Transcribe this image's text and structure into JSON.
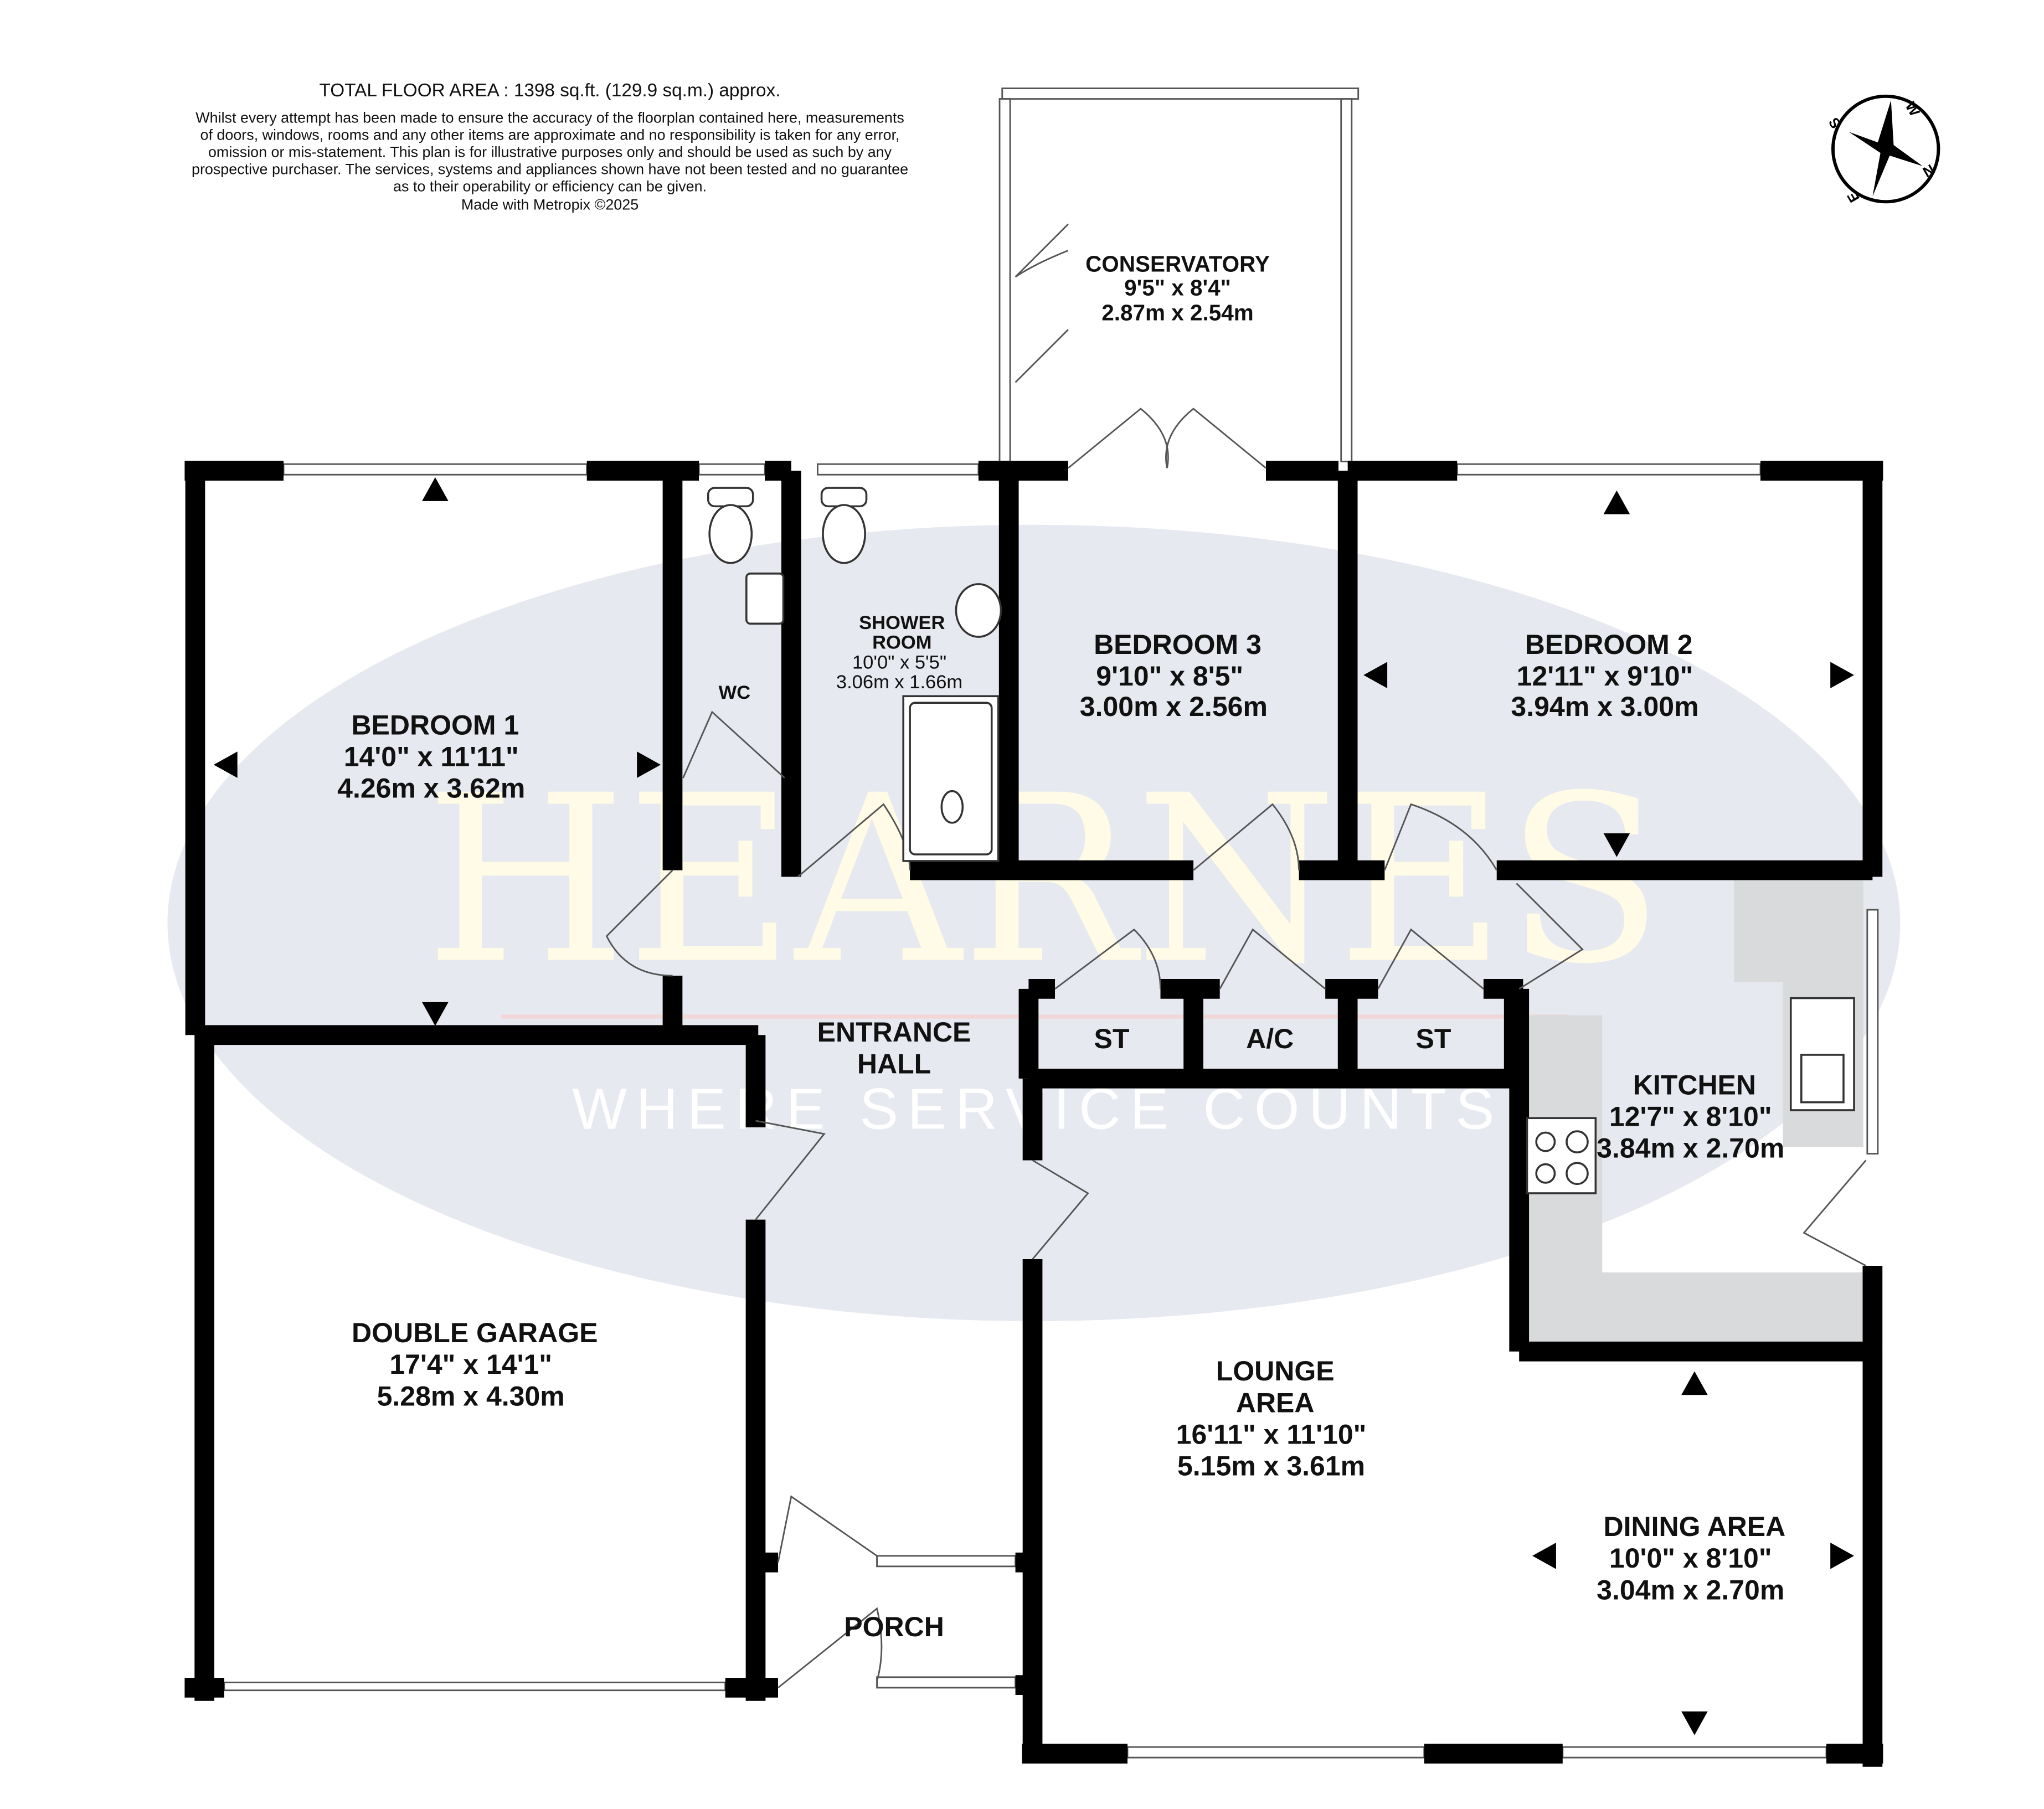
{
  "header": {
    "total_area": "TOTAL FLOOR AREA : 1398 sq.ft. (129.9 sq.m.) approx.",
    "disclaimer": [
      "Whilst every attempt has been made to ensure the accuracy of the floorplan contained here, measurements",
      "of doors, windows, rooms and any other items are approximate and no responsibility is taken for any error,",
      "omission or mis-statement. This plan is for illustrative purposes only and should be used as such by any",
      "prospective purchaser. The services, systems and appliances shown have not been tested and no guarantee",
      "as to their operability or efficiency can be given."
    ],
    "made_with": "Made with Metropix ©2025"
  },
  "compass": {
    "n": "N",
    "e": "E",
    "s": "S",
    "w": "W"
  },
  "watermark": {
    "brand": "HEARNES",
    "tagline": "WHERE SERVICE COUNTS"
  },
  "rooms": {
    "conservatory": {
      "name": "CONSERVATORY",
      "imperial": "9'5\"  x 8'4\"",
      "metric": "2.87m  x 2.54m"
    },
    "bedroom1": {
      "name": "BEDROOM 1",
      "imperial": "14'0\"  x 11'11\"",
      "metric": "4.26m  x 3.62m"
    },
    "wc": {
      "name": "WC"
    },
    "shower": {
      "name1": "SHOWER",
      "name2": "ROOM",
      "imperial": "10'0\"  x 5'5\"",
      "metric": "3.06m  x 1.66m"
    },
    "bedroom3": {
      "name": "BEDROOM 3",
      "imperial": "9'10\"  x 8'5\"",
      "metric": "3.00m  x 2.56m"
    },
    "bedroom2": {
      "name": "BEDROOM 2",
      "imperial": "12'11\"  x 9'10\"",
      "metric": "3.94m  x 3.00m"
    },
    "hall": {
      "name1": "ENTRANCE",
      "name2": "HALL"
    },
    "st1": {
      "name": "ST"
    },
    "ac": {
      "name": "A/C"
    },
    "st2": {
      "name": "ST"
    },
    "kitchen": {
      "name": "KITCHEN",
      "imperial": "12'7\"  x 8'10\"",
      "metric": "3.84m  x 2.70m"
    },
    "garage": {
      "name": "DOUBLE GARAGE",
      "imperial": "17'4\"  x 14'1\"",
      "metric": "5.28m  x 4.30m"
    },
    "lounge": {
      "name1": "LOUNGE",
      "name2": "AREA",
      "imperial": "16'11\"  x 11'10\"",
      "metric": "5.15m  x 3.61m"
    },
    "dining": {
      "name": "DINING AREA",
      "imperial": "10'0\"  x 8'10\"",
      "metric": "3.04m  x 2.70m"
    },
    "porch": {
      "name": "PORCH"
    }
  },
  "colors": {
    "watermark_bg": "#e6e9ef",
    "watermark_text": "#fffbe6",
    "kitchen_units": "#d9dadc"
  }
}
